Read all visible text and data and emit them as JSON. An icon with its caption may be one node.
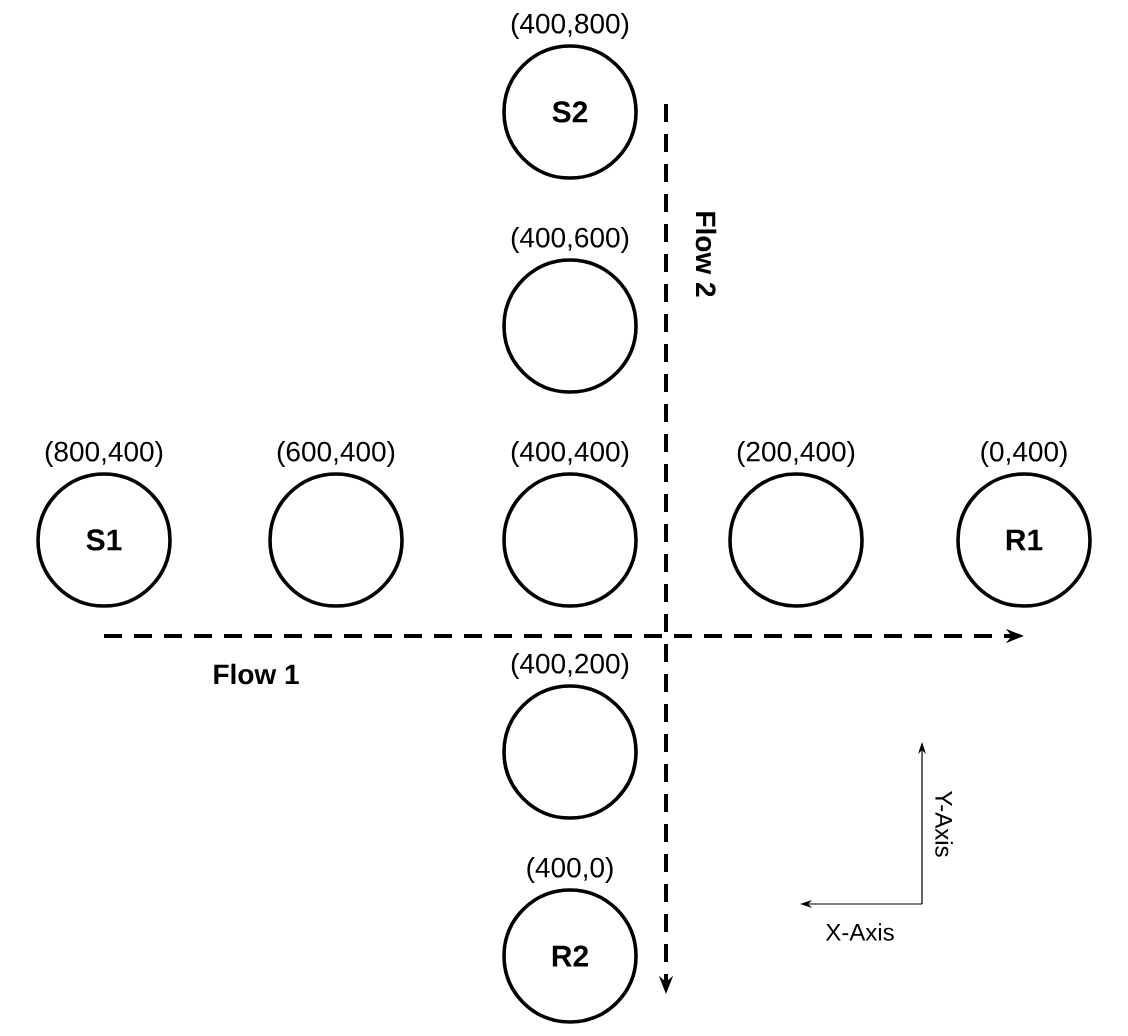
{
  "diagram": {
    "nodes": [
      {
        "text": [
          "S2"
        ],
        "beside": [
          "(400,800)"
        ]
      },
      {
        "text": [],
        "shape": "circle",
        "beside": [
          "(400,600)"
        ]
      },
      {
        "text": [
          "S1"
        ],
        "beside": [
          "(800,400)"
        ]
      },
      {
        "text": [],
        "shape": "circle",
        "beside": [
          "(600,400)"
        ]
      },
      {
        "text": [],
        "shape": "circle",
        "beside": [
          "(400,400)"
        ]
      },
      {
        "text": [],
        "shape": "circle",
        "beside": [
          "(200,400)"
        ]
      },
      {
        "text": [
          "R1"
        ],
        "beside": [
          "(0,400)"
        ]
      },
      {
        "text": [],
        "shape": "circle",
        "beside": [
          "(400,200)"
        ]
      },
      {
        "text": [
          "R2"
        ],
        "beside": [
          "(400,0)"
        ]
      }
    ],
    "labels": [
      "Flow 2",
      "Flow 1",
      "Y-Axis",
      "X-Axis"
    ]
  }
}
